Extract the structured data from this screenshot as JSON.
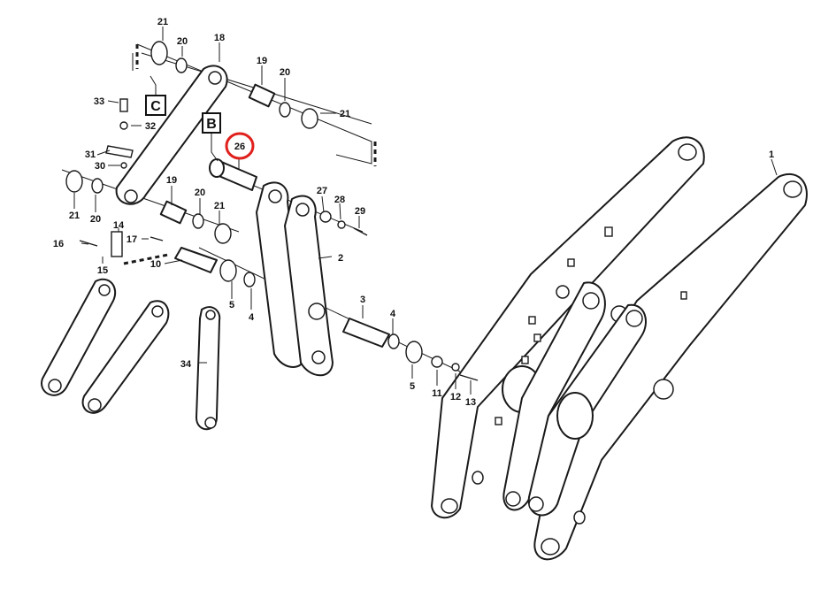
{
  "highlight_color": "#e0201c",
  "ref_markers": {
    "B": "B",
    "C": "C"
  },
  "labels": {
    "p1": "1",
    "p2": "2",
    "p3": "3",
    "p4a": "4",
    "p4b": "4",
    "p5a": "5",
    "p5b": "5",
    "p10": "10",
    "p11": "11",
    "p12": "12",
    "p13": "13",
    "p14": "14",
    "p15": "15",
    "p16": "16",
    "p17": "17",
    "p18": "18",
    "p19a": "19",
    "p19b": "19",
    "p20a": "20",
    "p20b": "20",
    "p20c": "20",
    "p20d": "20",
    "p21a": "21",
    "p21b": "21",
    "p21c": "21",
    "p21d": "21",
    "p26": "26",
    "p27": "27",
    "p28": "28",
    "p29": "29",
    "p30": "30",
    "p31": "31",
    "p32": "32",
    "p33": "33",
    "p34": "34"
  }
}
